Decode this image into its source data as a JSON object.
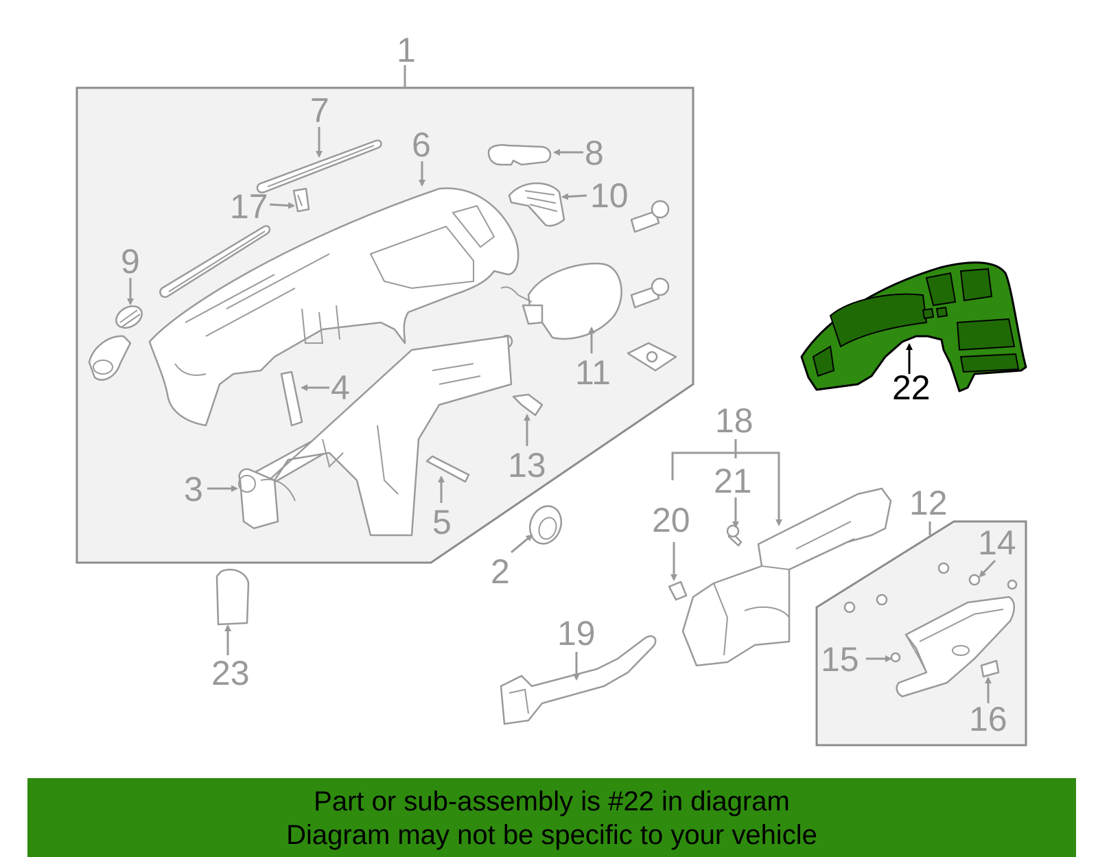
{
  "diagram": {
    "highlighted_part": "22",
    "highlight_color": "#2e8b0e",
    "callouts": {
      "c1": "1",
      "c2": "2",
      "c3": "3",
      "c4": "4",
      "c5": "5",
      "c6": "6",
      "c7": "7",
      "c8": "8",
      "c9": "9",
      "c10": "10",
      "c11": "11",
      "c12": "12",
      "c13": "13",
      "c14": "14",
      "c15": "15",
      "c16": "16",
      "c17": "17",
      "c18": "18",
      "c19": "19",
      "c20": "20",
      "c21": "21",
      "c22": "22",
      "c23": "23"
    }
  },
  "banner": {
    "line1": "Part or sub-assembly is #22 in diagram",
    "line2": "Diagram may not be specific to your vehicle",
    "background": "#2e8b0e"
  }
}
